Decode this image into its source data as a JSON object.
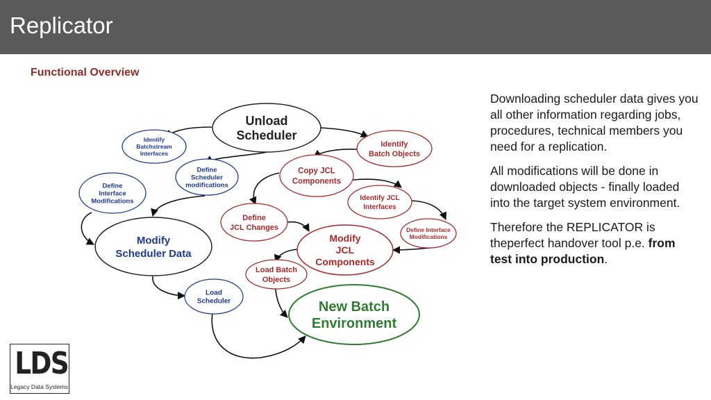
{
  "header": {
    "title": "Replicator"
  },
  "subtitle": "Functional Overview",
  "nodes": {
    "unload_scheduler": [
      "Unload",
      "Scheduler"
    ],
    "identify_batchstream": [
      "Identify",
      "Batchstream",
      "Interfaces"
    ],
    "identify_batch_objects": [
      "Identify",
      "Batch Objects"
    ],
    "define_scheduler_mods": [
      "Define",
      "Scheduler",
      "modifications"
    ],
    "define_interface_mods_left": [
      "Define",
      "Interface",
      "Modifications"
    ],
    "copy_jcl": [
      "Copy JCL",
      "Components"
    ],
    "identify_jcl_interfaces": [
      "Identify JCL",
      "Interfaces"
    ],
    "define_jcl_changes": [
      "Define",
      "JCL Changes"
    ],
    "define_interface_mods_right": [
      "Define Interface",
      "Modifications"
    ],
    "modify_scheduler_data": [
      "Modify",
      "Scheduler Data"
    ],
    "modify_jcl": [
      "Modify",
      "JCL",
      "Components"
    ],
    "load_batch_objects": [
      "Load Batch",
      "Objects"
    ],
    "load_scheduler": [
      "Load",
      "Scheduler"
    ],
    "new_batch_env": [
      "New Batch",
      "Environment"
    ]
  },
  "description": {
    "p1": "Downloading scheduler data gives you all other information regarding jobs, procedures, technical members you need for a replication.",
    "p2": "All modifications will be done in downloaded objects - finally loaded into the target system environment.",
    "p3_prefix": "Therefore the REPLICATOR is theperfect handover tool p.e. ",
    "p3_bold": "from test into production",
    "p3_suffix": "."
  },
  "logo": {
    "main": "LDS",
    "sub": "Legacy Data Systems"
  },
  "colors": {
    "blue": "#1f3a8a",
    "red": "#a52a2a",
    "green": "#2e7d32",
    "dark": "#222222",
    "title_bg": "#5a5a5a",
    "subtitle": "#8b2e2a"
  }
}
